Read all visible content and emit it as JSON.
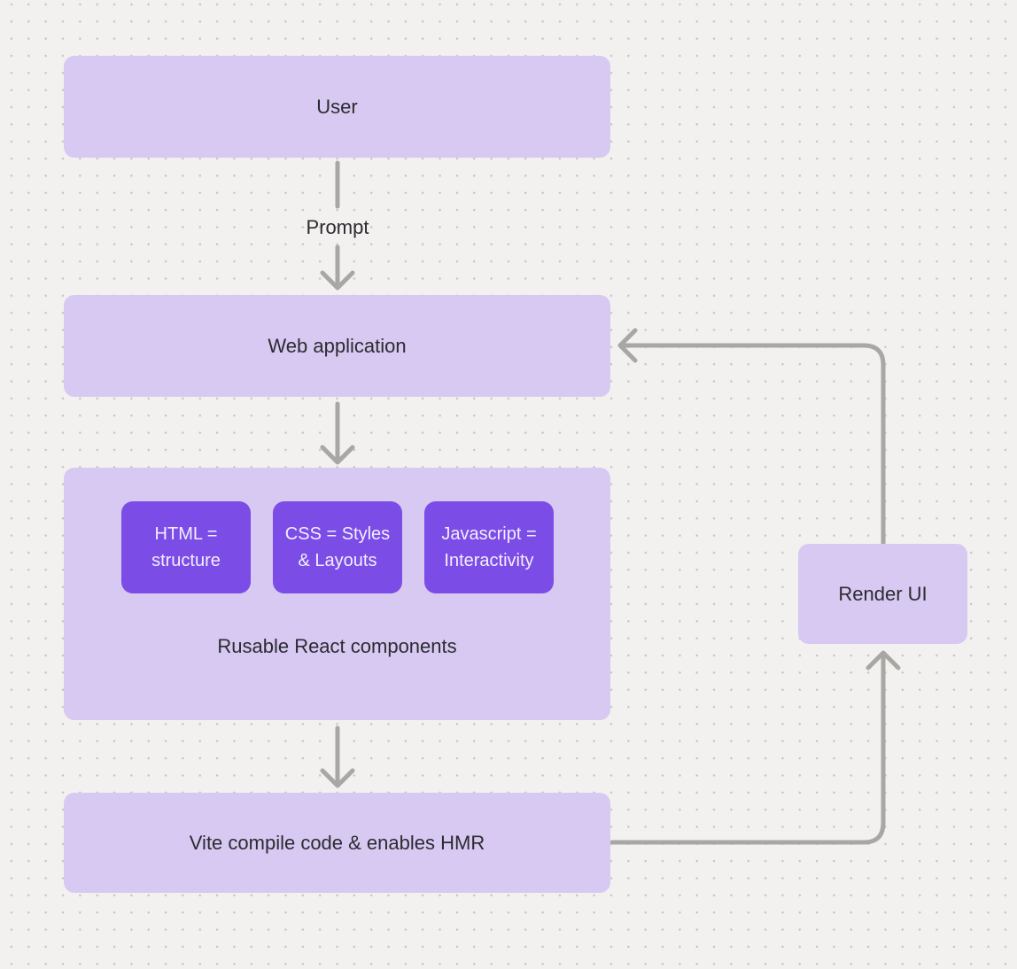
{
  "canvas": {
    "background": "#f2f1ef",
    "dot_color": "#c9c7c4"
  },
  "colors": {
    "bg": "#f2f1ef",
    "dot": "#c9c7c4",
    "node_fill": "#d7c9f2",
    "accent_fill": "#7b4ce6",
    "accent_text": "#f3eeff",
    "text": "#2b2b30",
    "connector": "#a9a7a4"
  },
  "nodes": {
    "user": {
      "label": "User"
    },
    "web_application": {
      "label": "Web application"
    },
    "components_group": {
      "label": "Rusable React components",
      "children": [
        {
          "label": "HTML =\nstructure"
        },
        {
          "label": "CSS = Styles\n& Layouts"
        },
        {
          "label": "Javascript =\nInteractivity"
        }
      ]
    },
    "vite": {
      "label": "Vite compile code & enables HMR"
    },
    "render_ui": {
      "label": "Render UI"
    }
  },
  "connectors": {
    "prompt_label": "Prompt",
    "edges": [
      {
        "from": "User",
        "to": "Web application",
        "label": "Prompt"
      },
      {
        "from": "Web application",
        "to": "Rusable React components",
        "label": ""
      },
      {
        "from": "Rusable React components",
        "to": "Vite compile code & enables HMR",
        "label": ""
      },
      {
        "from": "Vite compile code & enables HMR",
        "to": "Render UI",
        "label": ""
      },
      {
        "from": "Render UI",
        "to": "Web application",
        "label": ""
      }
    ]
  }
}
